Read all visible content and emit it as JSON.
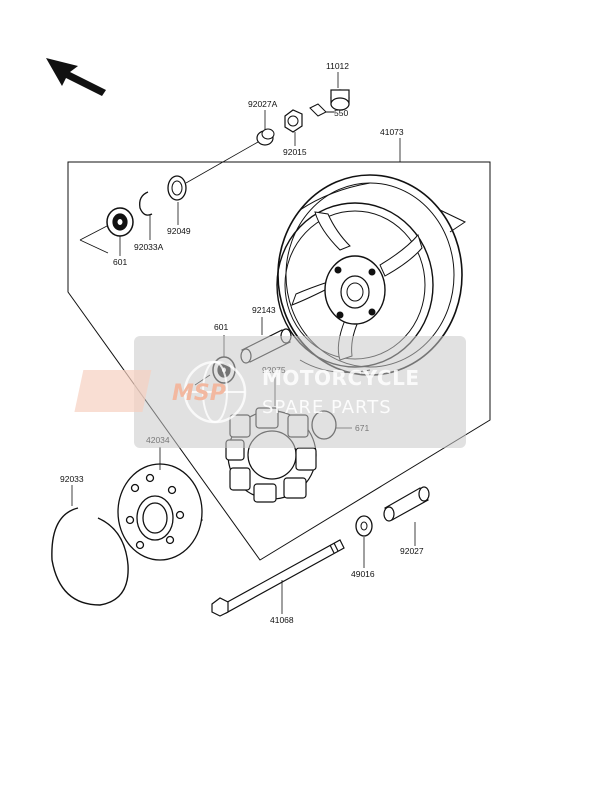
{
  "diagram": {
    "part_labels": {
      "p11012": "11012",
      "p550": "550",
      "p92027A": "92027A",
      "p92015": "92015",
      "p41073": "41073",
      "p92049": "92049",
      "p92033A": "92033A",
      "p601a": "601",
      "p601b": "601",
      "p92143": "92143",
      "p92075": "92075",
      "p671": "671",
      "p42034": "42034",
      "p92033": "92033",
      "p92027": "92027",
      "p49016": "49016",
      "p41068": "41068"
    }
  },
  "watermark": {
    "logo": "MSP",
    "title": "MOTORCYCLE",
    "subtitle": "SPARE PARTS",
    "logo_color": "#e8a080",
    "band_color": "#cfcfcf"
  }
}
